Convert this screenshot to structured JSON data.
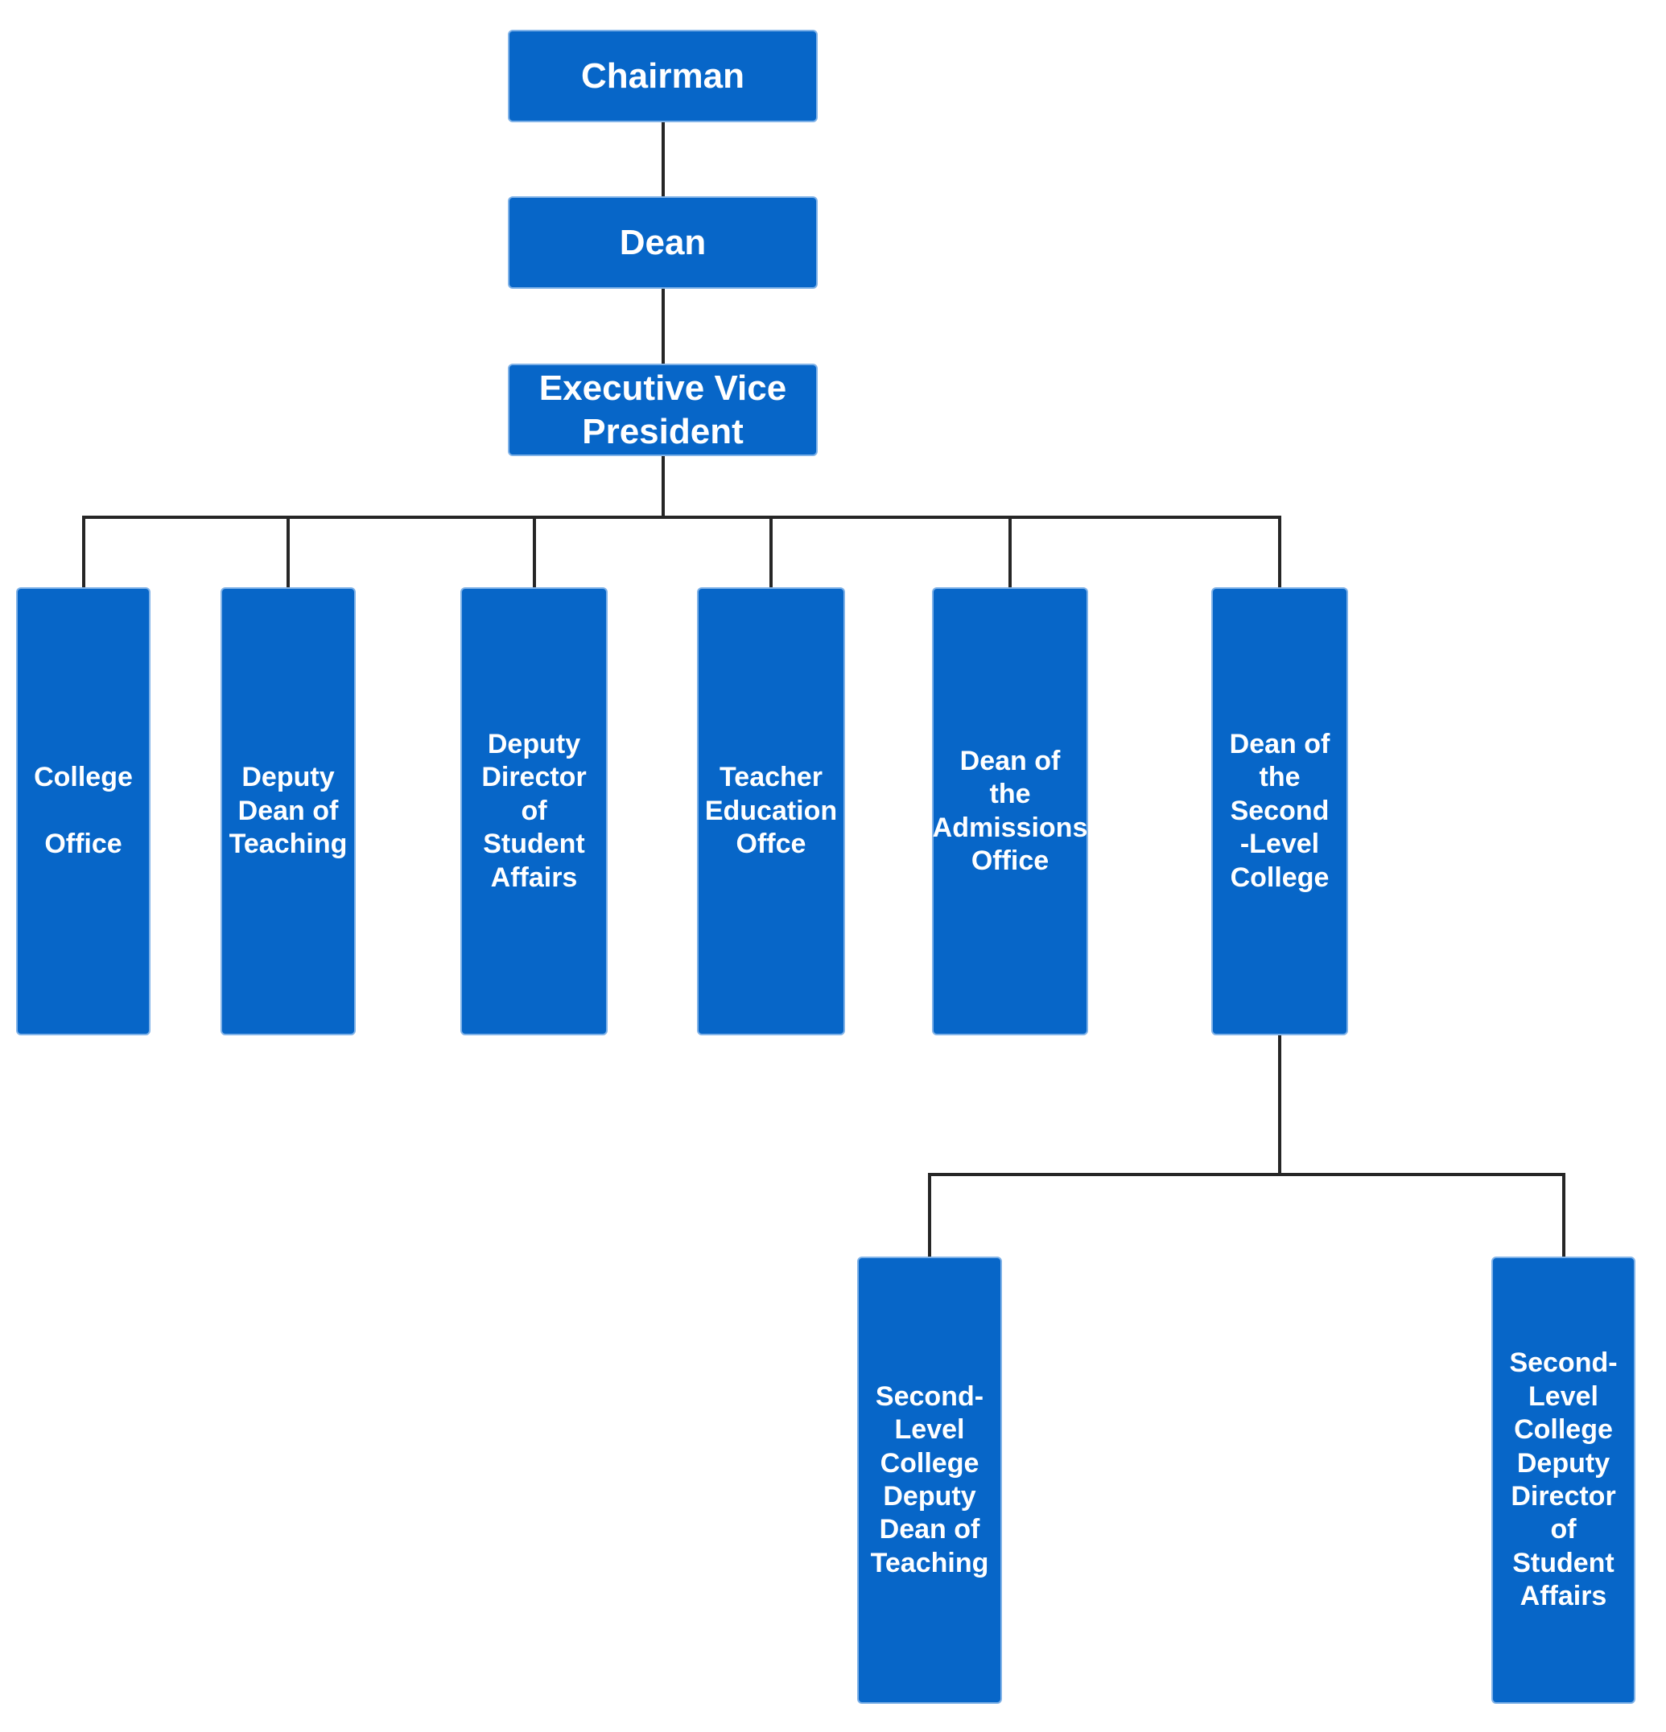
{
  "diagram": {
    "type": "organizational-chart",
    "colors": {
      "node_fill": "#0766c8",
      "node_border": "#7fb2e8",
      "node_text": "#ffffff",
      "connector": "#262626",
      "background": "#ffffff"
    },
    "nodes": {
      "chairman": {
        "label": "Chairman",
        "reports_to": null
      },
      "dean": {
        "label": "Dean",
        "reports_to": "chairman"
      },
      "executive_vice_president": {
        "label": "Executive Vice\nPresident",
        "reports_to": "dean"
      },
      "college_office": {
        "label": "College\n\nOffice",
        "reports_to": "executive_vice_president"
      },
      "deputy_dean_of_teaching": {
        "label": "Deputy\nDean of\nTeaching",
        "reports_to": "executive_vice_president"
      },
      "deputy_director_of_student_affairs": {
        "label": "Deputy\nDirector\nof\nStudent\nAffairs",
        "reports_to": "executive_vice_president"
      },
      "teacher_education_office": {
        "label": "Teacher\nEducation\nOffce",
        "reports_to": "executive_vice_president"
      },
      "dean_of_the_admissions_office": {
        "label": "Dean of\nthe\nAdmissions\nOffice",
        "reports_to": "executive_vice_president"
      },
      "dean_of_the_second_level_college": {
        "label": "Dean of\nthe\nSecond\n-Level\nCollege",
        "reports_to": "executive_vice_president"
      },
      "second_level_college_deputy_dean_of_teaching": {
        "label": "Second-\nLevel\nCollege\nDeputy\nDean of\nTeaching",
        "reports_to": "dean_of_the_second_level_college"
      },
      "second_level_college_deputy_director_of_student_affairs": {
        "label": "Second-\nLevel\nCollege\nDeputy\nDirector\nof\nStudent\nAffairs",
        "reports_to": "dean_of_the_second_level_college"
      }
    }
  }
}
